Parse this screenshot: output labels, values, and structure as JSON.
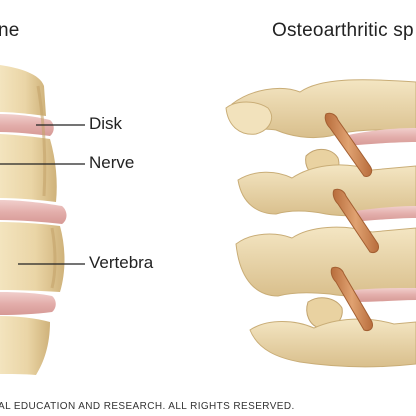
{
  "titles": {
    "left": "ne",
    "right": "Osteoarthritic sp"
  },
  "labels": {
    "disk": "Disk",
    "nerve": "Nerve",
    "vertebra": "Vertebra"
  },
  "copyright": "AL EDUCATION AND RESEARCH. ALL RIGHTS RESERVED.",
  "colors": {
    "bone": "#ead5a6",
    "bone_shadow": "#c9ad77",
    "disk": "#e6b7b5",
    "nerve": "#cf8a55",
    "leader_line": "#222222"
  }
}
